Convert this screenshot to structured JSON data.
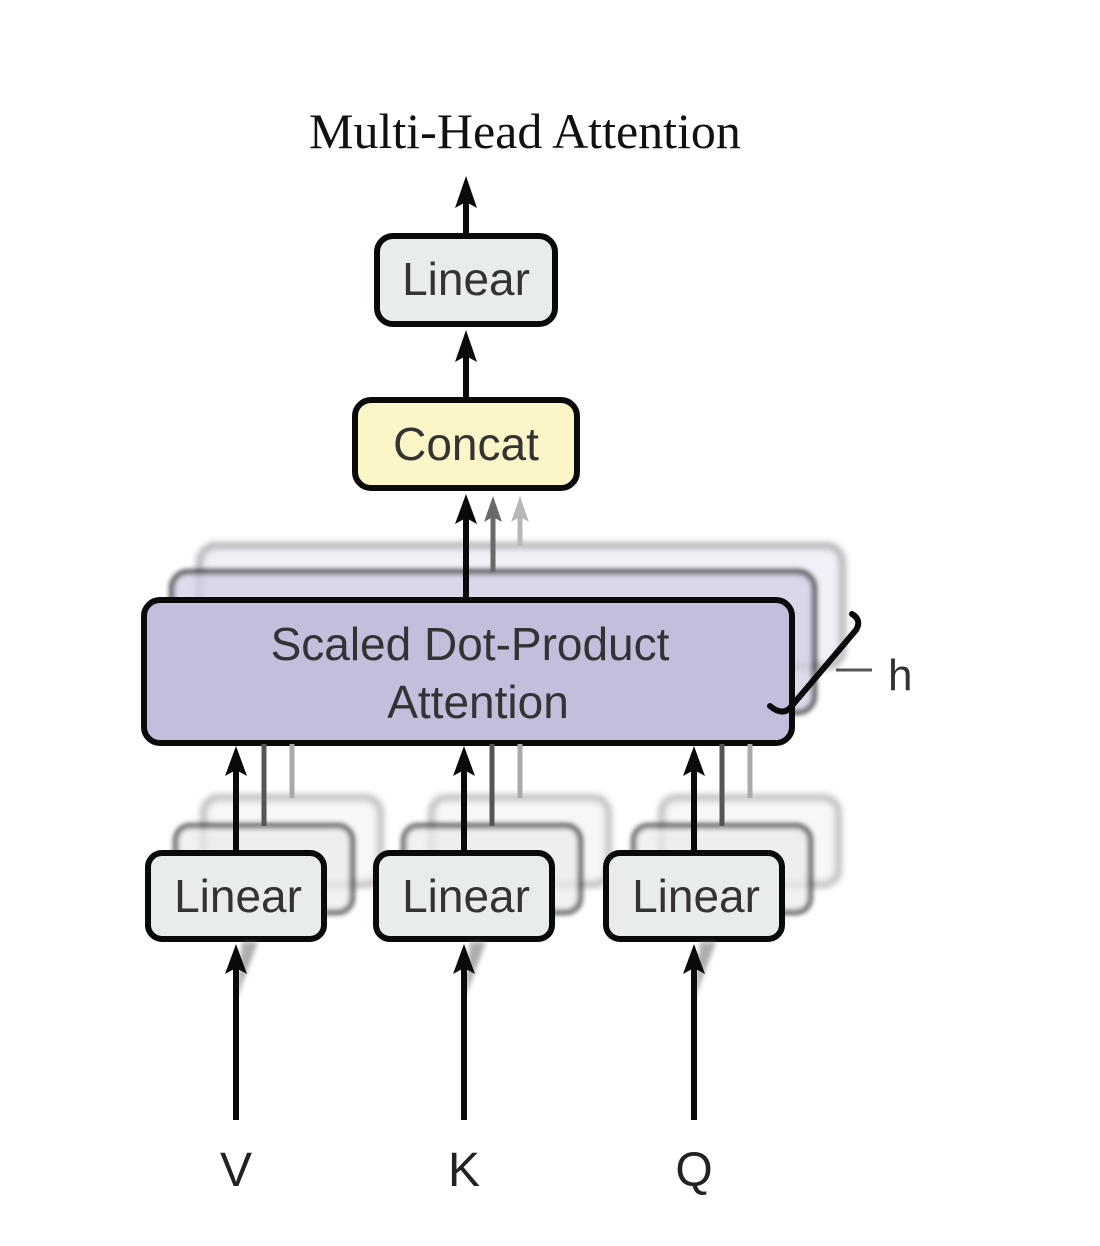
{
  "title": "Multi-Head Attention",
  "colors": {
    "linear_fill": "#e8ecea",
    "concat_fill": "#fbf5c8",
    "attention_fill": "#c4bddc",
    "attention_ghost_fill_1": "#d4cfe6",
    "attention_ghost_fill_2": "#e6e3f1",
    "stroke": "#0a0a0a"
  },
  "blocks": {
    "output_linear": {
      "label": "Linear"
    },
    "concat": {
      "label": "Concat"
    },
    "attention": {
      "label_line1": "Scaled Dot-Product",
      "label_line2": "Attention"
    },
    "heads_label": "h",
    "input_linears": [
      {
        "label": "Linear"
      },
      {
        "label": "Linear"
      },
      {
        "label": "Linear"
      }
    ]
  },
  "inputs": [
    {
      "label": "V"
    },
    {
      "label": "K"
    },
    {
      "label": "Q"
    }
  ]
}
